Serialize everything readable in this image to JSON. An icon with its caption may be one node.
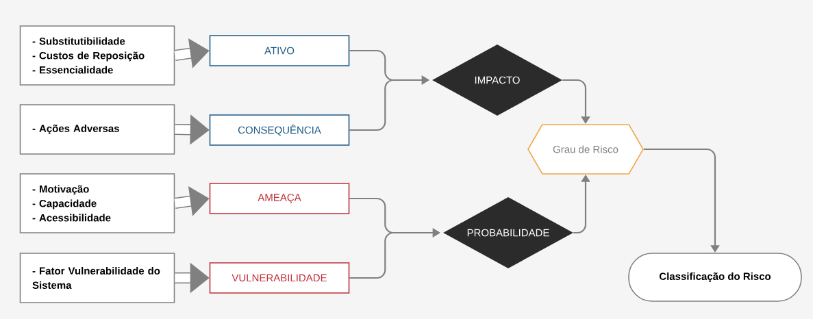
{
  "diagram": {
    "nodes": [
      {
        "text": [
          "-  Substitutibilidade",
          "- Custos de Reposição",
          "- Essencialidade"
        ]
      },
      {
        "text": [
          "-  Ações Adversas"
        ]
      },
      {
        "text": [
          "-  Motivação",
          "- Capacidade",
          "- Acessibilidade"
        ]
      },
      {
        "text": [
          "- Fator Vulnerabilidade do Sistema"
        ]
      },
      {
        "text": [
          "ATIVO"
        ]
      },
      {
        "text": [
          "CONSEQUÊNCIA"
        ]
      },
      {
        "text": [
          "AMEAÇA"
        ]
      },
      {
        "text": [
          "VULNERABILIDADE"
        ]
      },
      {
        "text": [
          "IMPACTO"
        ]
      },
      {
        "text": [
          "PROBABILIDADE"
        ]
      },
      {
        "text": [
          "Grau de Risco"
        ]
      },
      {
        "text": [
          "Classificação do Risco"
        ]
      }
    ],
    "edges": [
      {
        "from": 0,
        "to": 4,
        "arrow": "to",
        "style": "thick"
      },
      {
        "from": 1,
        "to": 5,
        "arrow": "to",
        "style": "thick"
      },
      {
        "from": 2,
        "to": 6,
        "arrow": "to",
        "style": "thick"
      },
      {
        "from": 3,
        "to": 7,
        "arrow": "to",
        "style": "thick"
      },
      {
        "from": 4,
        "to": 8,
        "arrow": "to"
      },
      {
        "from": 5,
        "to": 8,
        "arrow": "to"
      },
      {
        "from": 6,
        "to": 9,
        "arrow": "to"
      },
      {
        "from": 7,
        "to": 9,
        "arrow": "to"
      },
      {
        "from": 8,
        "to": 10,
        "arrow": "to"
      },
      {
        "from": 9,
        "to": 10,
        "arrow": "to"
      },
      {
        "from": 10,
        "to": 11,
        "arrow": "to"
      }
    ]
  }
}
